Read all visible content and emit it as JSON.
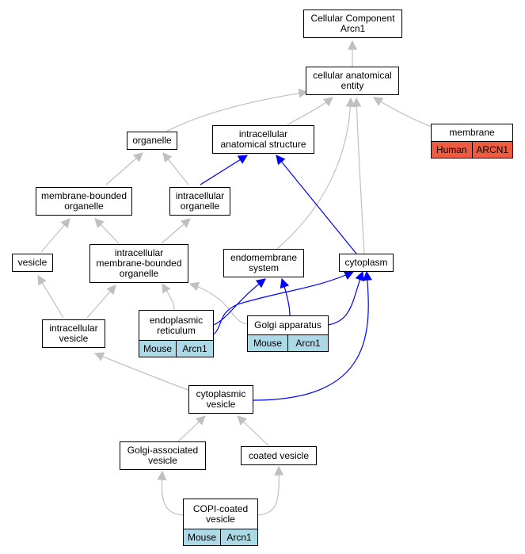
{
  "nodes": {
    "cellular_component": "Cellular Component\nArcn1",
    "cellular_anatomical_entity": "cellular anatomical\nentity",
    "organelle": "organelle",
    "intracellular_anatomical_structure": "intracellular\nanatomical structure",
    "membrane": "membrane",
    "membrane_bounded_organelle": "membrane-bounded\norganelle",
    "intracellular_organelle": "intracellular\norganelle",
    "vesicle": "vesicle",
    "intracellular_membrane_bounded_organelle": "intracellular\nmembrane-bounded\norganelle",
    "endomembrane_system": "endomembrane\nsystem",
    "cytoplasm": "cytoplasm",
    "intracellular_vesicle": "intracellular\nvesicle",
    "endoplasmic_reticulum": "endoplasmic\nreticulum",
    "golgi_apparatus": "Golgi apparatus",
    "cytoplasmic_vesicle": "cytoplasmic\nvesicle",
    "golgi_associated_vesicle": "Golgi-associated\nvesicle",
    "coated_vesicle": "coated vesicle",
    "copi_coated_vesicle": "COPI-coated\nvesicle"
  },
  "annotations": {
    "membrane": {
      "species": "Human",
      "gene": "ARCN1",
      "color": "#f05a3f"
    },
    "endoplasmic_reticulum": {
      "species": "Mouse",
      "gene": "Arcn1",
      "color": "#add8e6"
    },
    "golgi_apparatus": {
      "species": "Mouse",
      "gene": "Arcn1",
      "color": "#add8e6"
    },
    "copi_coated_vesicle": {
      "species": "Mouse",
      "gene": "Arcn1",
      "color": "#add8e6"
    }
  },
  "edge_colors": {
    "is_a": "#c0c0c0",
    "part_of": "#0000ff"
  }
}
